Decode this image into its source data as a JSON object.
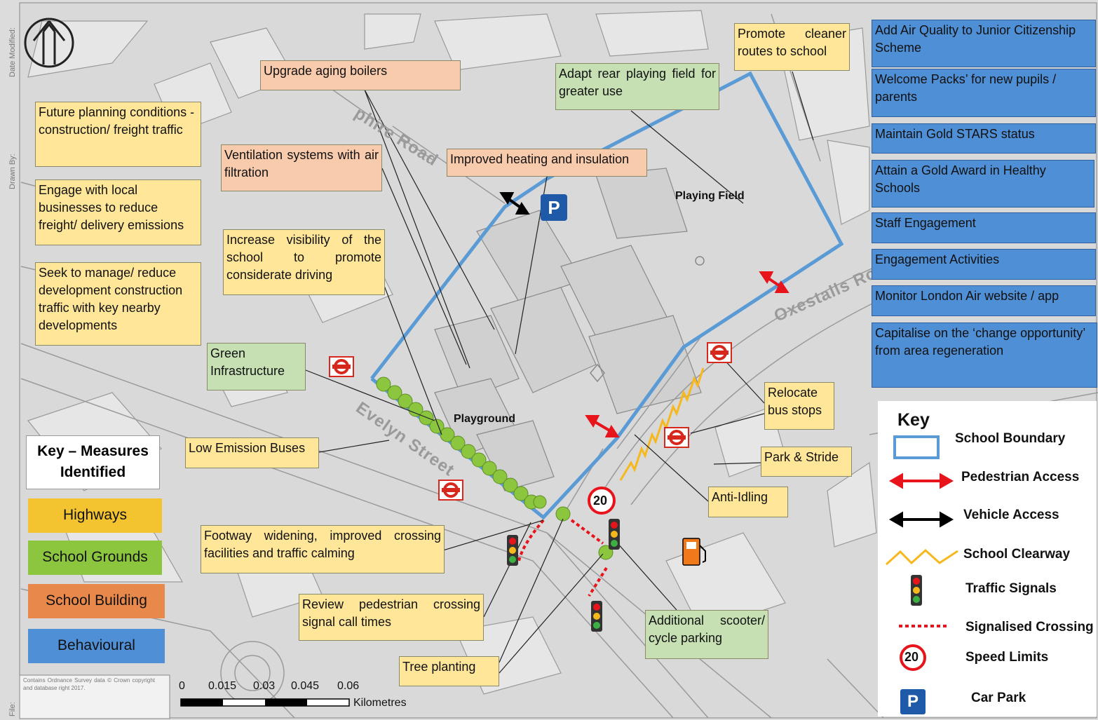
{
  "margin": {
    "date_modified": "Date Modified:",
    "drawn_by": "Drawn By:",
    "file": "File:"
  },
  "map_labels": {
    "playing_field": "Playing Field",
    "playground": "Playground",
    "road_1": "phire Road",
    "road_2": "Oxestalls Road",
    "road_3": "Evelyn Street"
  },
  "measures": {
    "upgrade_boilers": "Upgrade aging boilers",
    "ventilation": "Ventilation systems with air filtration",
    "heating": "Improved heating and insulation",
    "rear_field": "Adapt rear playing field for greater use",
    "cleaner_routes": "Promote cleaner routes to school",
    "future_planning": "Future planning conditions - construction/ freight traffic",
    "engage_businesses": "Engage with local businesses to reduce freight/ delivery emissions",
    "construction_traffic": "Seek to manage/ reduce development construction traffic with key nearby developments",
    "visibility": "Increase visibility of the school to promote considerate driving",
    "green_infra": "Green Infrastructure",
    "low_emission": "Low Emission Buses",
    "footway": "Footway widening, improved crossing facilities and traffic calming",
    "review_crossing": "Review pedestrian crossing signal call times",
    "tree_planting": "Tree planting",
    "scooter_parking": "Additional scooter/ cycle parking",
    "relocate_bus": "Relocate bus stops",
    "park_stride": "Park & Stride",
    "anti_idling": "Anti-Idling"
  },
  "behavioural": [
    "Add Air Quality to Junior Citizenship Scheme",
    "Welcome Packs’ for new pupils / parents",
    "Maintain Gold STARS status",
    "Attain a Gold Award in Healthy Schools",
    "Staff Engagement",
    "Engagement Activities",
    "Monitor London Air website / app",
    "Capitalise on the ‘change opportunity’ from area regeneration"
  ],
  "measures_key": {
    "title": "Key – Measures Identified",
    "items": [
      {
        "label": "Highways",
        "color": "#f4c430"
      },
      {
        "label": "School Grounds",
        "color": "#8cc63e"
      },
      {
        "label": "School Building",
        "color": "#e8884a"
      },
      {
        "label": "Behavioural",
        "color": "#4f8fd6"
      }
    ]
  },
  "key": {
    "title": "Key",
    "items": [
      {
        "icon": "school-boundary",
        "label": "School Boundary"
      },
      {
        "icon": "pedestrian-access-arrow",
        "label": "Pedestrian Access"
      },
      {
        "icon": "vehicle-access-arrow",
        "label": "Vehicle Access"
      },
      {
        "icon": "school-clearway-zigzag",
        "label": "School Clearway"
      },
      {
        "icon": "traffic-signal",
        "label": "Traffic Signals"
      },
      {
        "icon": "signalised-crossing",
        "label": "Signalised Crossing"
      },
      {
        "icon": "speed-limit",
        "label": "Speed Limits"
      },
      {
        "icon": "car-park",
        "label": "Car Park"
      }
    ]
  },
  "speed_limit_value": "20",
  "car_park_letter": "P",
  "copyright": "Contains Ordnance Survey data © Crown copyright and database right 2017.",
  "scale": {
    "ticks": [
      "0",
      "0.015",
      "0.03",
      "0.045",
      "0.06"
    ],
    "unit": "Kilometres"
  },
  "colors": {
    "school_boundary": "#5b9bd5",
    "pedestrian_access": "#e8141c",
    "vehicle_access": "#000000",
    "clearway": "#f6b81c",
    "tree": "#8cc63e",
    "bus_stop": "#d6281c"
  }
}
